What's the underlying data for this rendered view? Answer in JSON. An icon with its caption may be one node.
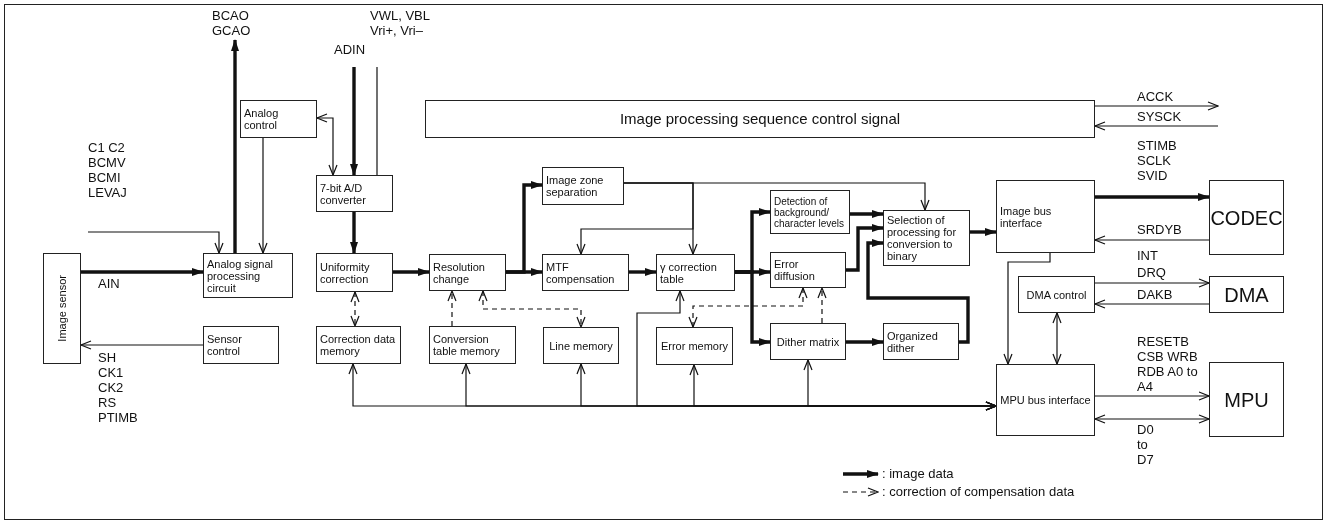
{
  "diagram": {
    "nodes": [
      {
        "text": [
          "Image sensor"
        ]
      },
      {
        "text": [
          "Analog signal processing circuit"
        ]
      },
      {
        "text": [
          "Analog control"
        ]
      },
      {
        "text": [
          "Sensor control"
        ]
      },
      {
        "text": [
          "7-bit A/D converter"
        ]
      },
      {
        "text": [
          "Uniformity correction"
        ]
      },
      {
        "text": [
          "Correction data memory"
        ]
      },
      {
        "text": [
          "Resolution change"
        ]
      },
      {
        "text": [
          "Conversion table memory"
        ]
      },
      {
        "text": [
          "Line memory"
        ]
      },
      {
        "text": [
          "Image zone separation"
        ]
      },
      {
        "text": [
          "MTF compensation"
        ]
      },
      {
        "text": [
          "γ correction table"
        ]
      },
      {
        "text": [
          "Error memory"
        ]
      },
      {
        "text": [
          "Detection of background/ character levels"
        ]
      },
      {
        "text": [
          "Error diffusion"
        ]
      },
      {
        "text": [
          "Dither matrix"
        ]
      },
      {
        "text": [
          "Organized dither"
        ]
      },
      {
        "text": [
          "Selection of processing for conversion to binary"
        ]
      },
      {
        "text": [
          "Image bus interface"
        ]
      },
      {
        "text": [
          "DMA control"
        ]
      },
      {
        "text": [
          "MPU bus interface"
        ]
      },
      {
        "text": [
          "CODEC"
        ]
      },
      {
        "text": [
          "DMA"
        ]
      },
      {
        "text": [
          "MPU"
        ]
      },
      {
        "text": [
          "Image processing sequence control signal"
        ]
      }
    ],
    "edges": [
      {
        "from": 0,
        "to": 1,
        "arrow": "to",
        "style": "thick",
        "label": "AIN"
      },
      {
        "from": 3,
        "to": 0,
        "arrow": "to",
        "label": "SH CK1 CK2 RS PTIMB"
      },
      {
        "from": null,
        "to": 1,
        "arrow": "to",
        "label": "C1 C2 BCMV BCMI LEVAJ"
      },
      {
        "from": 1,
        "to": null,
        "arrow": "to",
        "style": "thick",
        "label": "BCAO GCAO"
      },
      {
        "from": 2,
        "to": 1,
        "arrow": "to"
      },
      {
        "from": 4,
        "to": 2,
        "arrow": "both"
      },
      {
        "from": null,
        "to": 4,
        "arrow": "to",
        "style": "thick",
        "label": "ADIN"
      },
      {
        "from": null,
        "to": 4,
        "arrow": "none",
        "label": "VWL, VBL Vri+, Vri–"
      },
      {
        "from": 4,
        "to": 5,
        "arrow": "to",
        "style": "thick"
      },
      {
        "from": 5,
        "to": 6,
        "arrow": "both",
        "style": "dashed"
      },
      {
        "from": 5,
        "to": 7,
        "arrow": "to",
        "style": "thick"
      },
      {
        "from": 8,
        "to": 7,
        "arrow": "to",
        "style": "dashed"
      },
      {
        "from": 7,
        "to": 9,
        "arrow": "both",
        "style": "dashed"
      },
      {
        "from": 7,
        "to": 10,
        "arrow": "to",
        "style": "thick"
      },
      {
        "from": 7,
        "to": 11,
        "arrow": "to",
        "style": "thick"
      },
      {
        "from": 10,
        "to": 18,
        "arrow": "to"
      },
      {
        "from": 10,
        "to": 12,
        "arrow": "to"
      },
      {
        "from": 10,
        "to": 11,
        "arrow": "to"
      },
      {
        "from": 11,
        "to": 12,
        "arrow": "to",
        "style": "thick"
      },
      {
        "from": 12,
        "to": 14,
        "arrow": "to",
        "style": "thick"
      },
      {
        "from": 12,
        "to": 15,
        "arrow": "to",
        "style": "thick"
      },
      {
        "from": 12,
        "to": 16,
        "arrow": "to",
        "style": "thick"
      },
      {
        "from": 15,
        "to": 13,
        "arrow": "both",
        "style": "dashed"
      },
      {
        "from": 16,
        "to": 15,
        "arrow": "to",
        "style": "dashed"
      },
      {
        "from": 14,
        "to": 18,
        "arrow": "to",
        "style": "thick"
      },
      {
        "from": 15,
        "to": 18,
        "arrow": "to",
        "style": "thick"
      },
      {
        "from": 16,
        "to": 17,
        "arrow": "to",
        "style": "thick"
      },
      {
        "from": 17,
        "to": 18,
        "arrow": "to",
        "style": "thick"
      },
      {
        "from": 18,
        "to": 19,
        "arrow": "to",
        "style": "thick"
      },
      {
        "from": 19,
        "to": 22,
        "arrow": "to",
        "style": "thick",
        "label": "STIMB SCLK SVID"
      },
      {
        "from": 22,
        "to": 19,
        "arrow": "to",
        "label": "SRDYB"
      },
      {
        "from": 19,
        "to": 21,
        "arrow": "to"
      },
      {
        "from": 20,
        "to": 23,
        "arrow": "to",
        "label": "DRQ"
      },
      {
        "from": 23,
        "to": 20,
        "arrow": "to",
        "label": "DAKB"
      },
      {
        "from": 20,
        "to": 21,
        "arrow": "both"
      },
      {
        "from": 21,
        "to": 24,
        "arrow": "to",
        "label": "RESETB CSB WRB RDB A0 to A4"
      },
      {
        "from": 21,
        "to": 24,
        "arrow": "both",
        "label": "D0 to D7"
      },
      {
        "from": 21,
        "to": 6,
        "arrow": "both"
      },
      {
        "from": 21,
        "to": 8,
        "arrow": "both"
      },
      {
        "from": 21,
        "to": 9,
        "arrow": "both"
      },
      {
        "from": 21,
        "to": 12,
        "arrow": "both"
      },
      {
        "from": 21,
        "to": 13,
        "arrow": "both"
      },
      {
        "from": 21,
        "to": 16,
        "arrow": "both"
      },
      {
        "from": 25,
        "to": null,
        "arrow": "to",
        "label": "ACCK"
      },
      {
        "from": null,
        "to": 25,
        "arrow": "to",
        "label": "SYSCK"
      }
    ],
    "labels": [
      "INT"
    ],
    "legend": [
      {
        "text": ": image data"
      },
      {
        "text": ": correction of compensation data"
      }
    ]
  }
}
